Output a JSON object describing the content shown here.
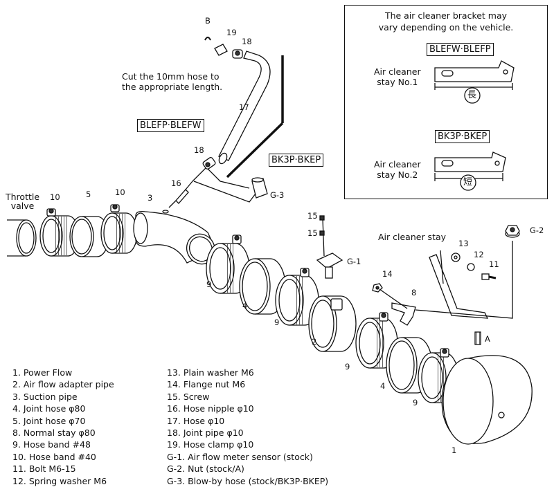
{
  "labels": {
    "B": "B",
    "n19": "19",
    "n18a": "18",
    "n17": "17",
    "n18b": "18",
    "n16": "16",
    "g3": "G-3",
    "throttle": "Throttle\nvalve",
    "n10a": "10",
    "n5": "5",
    "n10b": "10",
    "n3": "3",
    "n15a": "15",
    "n15b": "15",
    "g1": "G-1",
    "n9a": "9",
    "n4a": "4",
    "n9b": "9",
    "n2": "2",
    "n9c": "9",
    "n4b": "4",
    "n9d": "9",
    "n1": "1",
    "n14": "14",
    "n8": "8",
    "n13": "13",
    "n12": "12",
    "n11": "11",
    "a": "A",
    "g2": "G-2",
    "air_cleaner_stay": "Air cleaner stay"
  },
  "cut_note": "Cut the 10mm hose to\nthe appropriate length.",
  "tag_blefp_blefw": "BLEFP·BLEFW",
  "tag_bk3p_bkep": "BK3P·BKEP",
  "bracket_box": {
    "note": "The air cleaner bracket may\nvary depending on the vehicle.",
    "tag1": "BLEFW·BLEFP",
    "stay1_label": "Air cleaner\nstay No.1",
    "long_mark": "長",
    "tag2": "BK3P·BKEP",
    "stay2_label": "Air cleaner\nstay No.2",
    "short_mark": "短"
  },
  "parts_left": [
    "1. Power Flow",
    "2. Air flow adapter pipe",
    "3. Suction pipe",
    "4. Joint hose  φ80",
    "5. Joint hose  φ70",
    "8. Normal stay  φ80",
    "9. Hose band  #48",
    "10. Hose band  #40",
    "11. Bolt  M6-15",
    "12. Spring washer  M6"
  ],
  "parts_right": [
    "13. Plain washer  M6",
    "14. Flange nut  M6",
    "15. Screw",
    "16. Hose nipple  φ10",
    "17. Hose  φ10",
    "18. Joint pipe  φ10",
    "19. Hose clamp  φ10",
    "G-1. Air flow meter sensor (stock)",
    "G-2. Nut (stock/A)",
    "G-3. Blow-by hose (stock/BK3P·BKEP)"
  ]
}
